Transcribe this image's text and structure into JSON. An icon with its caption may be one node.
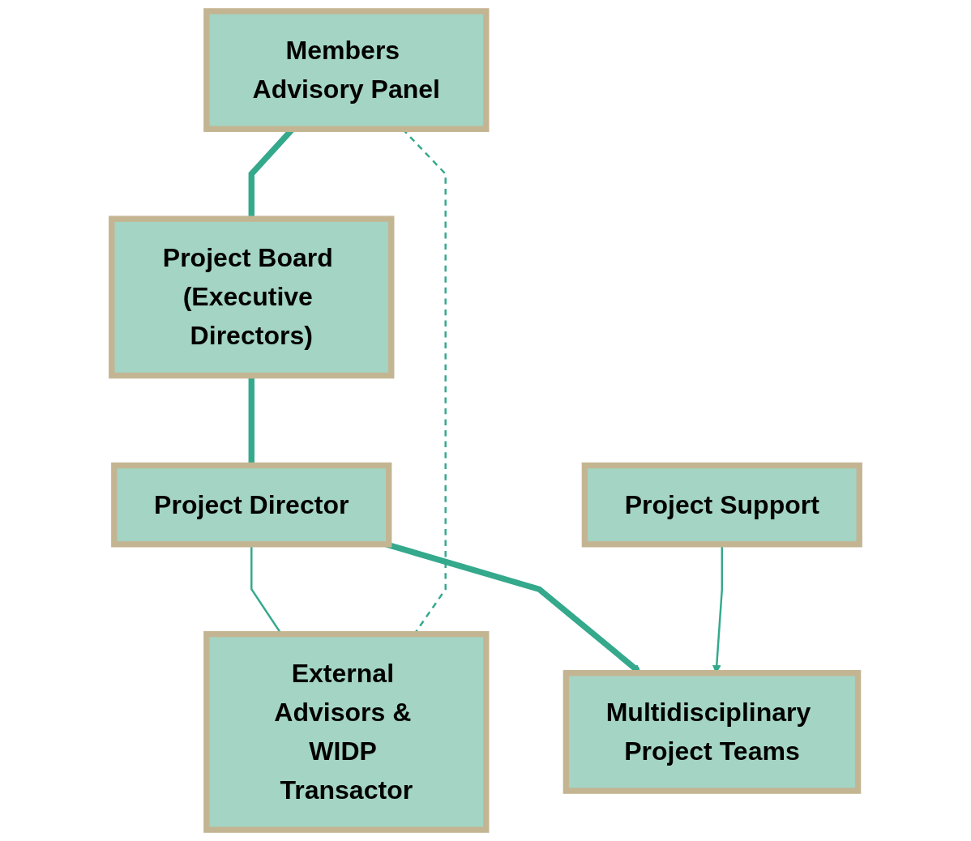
{
  "diagram": {
    "nodes": [
      {
        "text": [
          "Members Advisory Panel"
        ]
      },
      {
        "text": [
          "Project Board (Executive Directors)"
        ]
      },
      {
        "text": [
          "Project Director"
        ]
      },
      {
        "text": [
          "External Advisors & WIDP Transactor"
        ]
      },
      {
        "text": [
          "Project Support"
        ]
      },
      {
        "text": [
          "Multidisciplinary Project Teams"
        ]
      }
    ],
    "edges": [
      {
        "from": 0,
        "to": 1,
        "arrow": "none",
        "style": "thick"
      },
      {
        "from": 1,
        "to": 2,
        "arrow": "none",
        "style": "thick"
      },
      {
        "from": 2,
        "to": 3,
        "arrow": "none"
      },
      {
        "from": 0,
        "to": 3,
        "arrow": "none",
        "style": "dashed"
      },
      {
        "from": 2,
        "to": 5,
        "arrow": "to",
        "style": "thick"
      },
      {
        "from": 4,
        "to": 5,
        "arrow": "to"
      }
    ]
  }
}
